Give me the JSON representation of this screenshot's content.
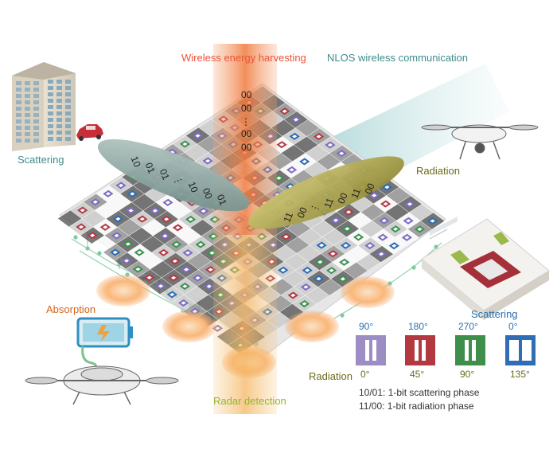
{
  "labels": {
    "wireless_energy_harvesting": "Wireless energy harvesting",
    "nlos_wireless_communication": "NLOS wireless communication",
    "scattering_left": "Scattering",
    "radiation_right": "Radiation",
    "absorption": "Absorption",
    "scattering_key": "Scattering",
    "radiation_key": "Radiation",
    "radar_detection": "Radar detection"
  },
  "beam_codes": {
    "vertical": [
      "00",
      "00",
      "⋮",
      "00",
      "00"
    ],
    "left_beam": [
      "10",
      "01",
      "01",
      "⋮",
      "10",
      "00",
      "01"
    ],
    "right_beam": [
      "00",
      "11",
      "00",
      "11",
      "⋮",
      "00",
      "11"
    ]
  },
  "unit_cells": [
    {
      "top_phase": "90°",
      "bottom_phase": "0°",
      "color": "#9c8dc4",
      "bottom_color": "#6b6b1e"
    },
    {
      "top_phase": "180°",
      "bottom_phase": "45°",
      "color": "#b3383f",
      "bottom_color": "#6b6b1e"
    },
    {
      "top_phase": "270°",
      "bottom_phase": "90°",
      "color": "#3d8f4a",
      "bottom_color": "#6b6b1e"
    },
    {
      "top_phase": "0°",
      "bottom_phase": "135°",
      "color": "#2f6db5",
      "bottom_color": "#6b6b1e"
    }
  ],
  "legend": {
    "line1": "10/01: 1-bit scattering phase",
    "line2": "11/00: 1-bit radiation phase"
  },
  "colors": {
    "harvest_beam": "#f07a3e",
    "radar_beam": "#f7c47a",
    "nlos_beam": "#9fcfd0",
    "scatter_ellipse": "#8fa7a3",
    "radiation_ellipse": "#b1a846",
    "absorption_glow": "#f7a25c",
    "grid_light": "#d8d8d8",
    "grid_dark": "#555555",
    "circuit_green": "#7fc9a0"
  }
}
